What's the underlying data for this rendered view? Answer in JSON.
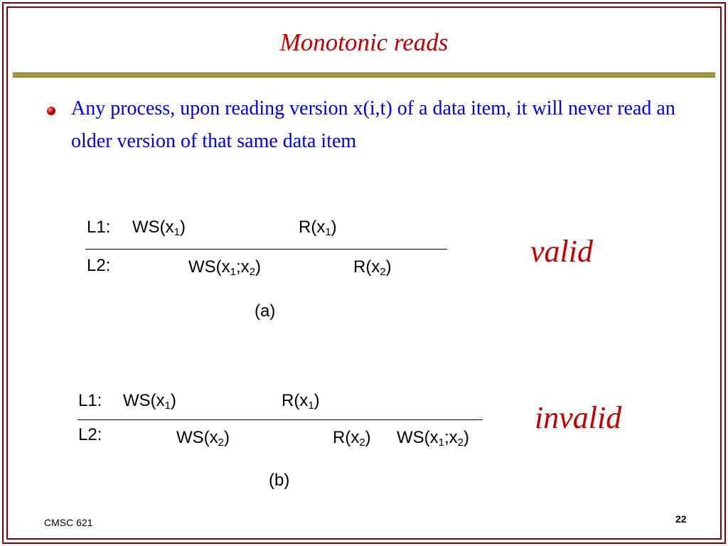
{
  "slide": {
    "title": "Monotonic reads",
    "bullet": "Any process, upon reading version x(i,t) of a data item, it will never read an older version of that same data item",
    "footer_left": "CMSC 621",
    "page_number": "22"
  },
  "diagram_a": {
    "l1_label": "L1:",
    "l1_ws": {
      "name": "WS(x",
      "sub": "1",
      "close": ")"
    },
    "l1_r": {
      "name": "R(x",
      "sub": "1",
      "close": ")"
    },
    "l2_label": "L2:",
    "l2_ws": {
      "name": "WS(x",
      "sub1": "1",
      "mid": ";x",
      "sub2": "2",
      "close": ")"
    },
    "l2_r": {
      "name": "R(x",
      "sub": "2",
      "close": ")"
    },
    "caption": "(a)",
    "verdict": "valid"
  },
  "diagram_b": {
    "l1_label": "L1:",
    "l1_ws": {
      "name": "WS(x",
      "sub": "1",
      "close": ")"
    },
    "l1_r": {
      "name": "R(x",
      "sub": "1",
      "close": ")"
    },
    "l2_label": "L2:",
    "l2_ws": {
      "name": "WS(x",
      "sub": "2",
      "close": ")"
    },
    "l2_r": {
      "name": "R(x",
      "sub": "2",
      "close": ")"
    },
    "l2_ws2": {
      "name": "WS(x",
      "sub1": "1",
      "mid": ";x",
      "sub2": "2",
      "close": ")"
    },
    "caption": "(b)",
    "verdict": "invalid"
  },
  "colors": {
    "title": "#c00000",
    "bullet_text": "#0000cc",
    "frame": "#800000",
    "rule": "#a89a3a"
  }
}
